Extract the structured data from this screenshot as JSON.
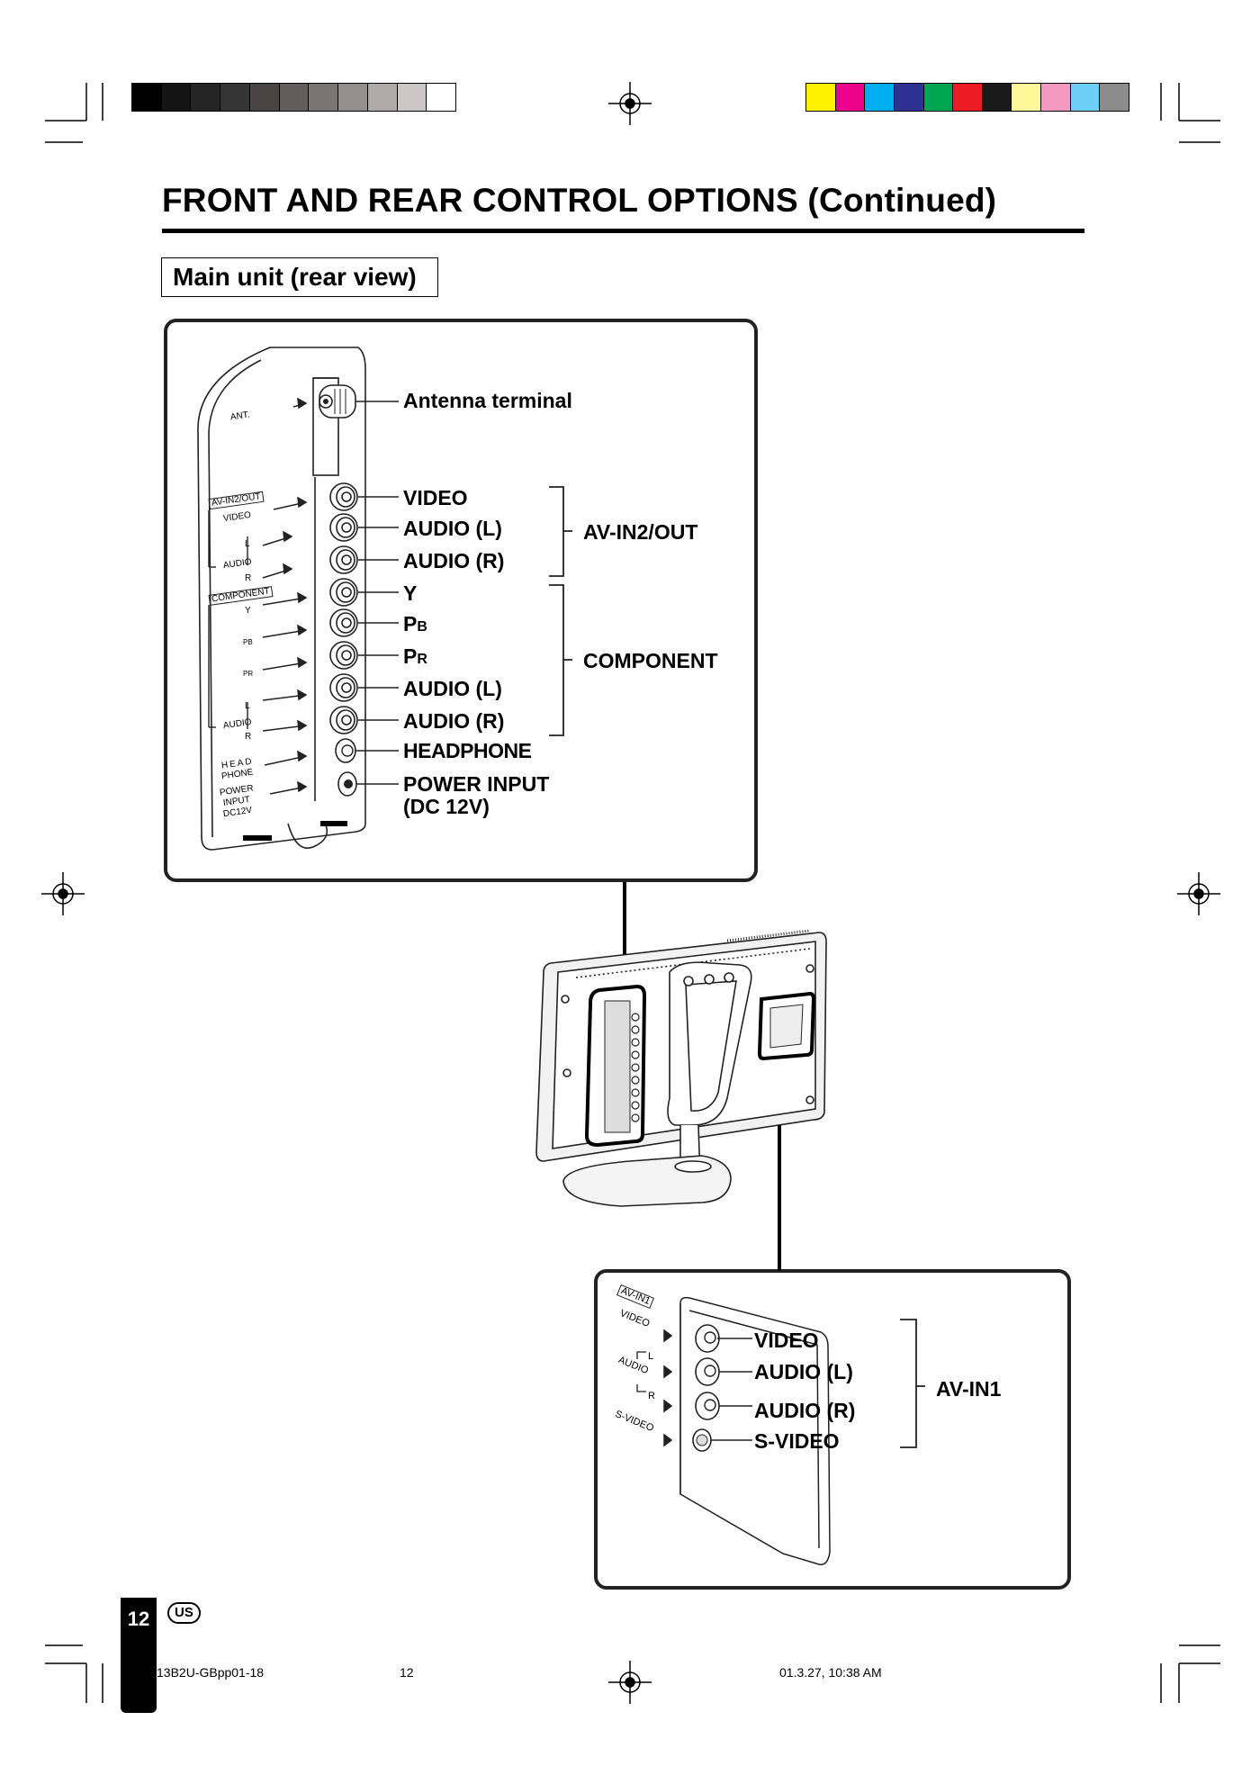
{
  "page_title": "FRONT AND REAR CONTROL OPTIONS (Continued)",
  "section_title": "Main unit (rear view)",
  "rear_panel": {
    "callouts": {
      "antenna": "Antenna terminal",
      "video": "VIDEO",
      "audio_l_1": "AUDIO (L)",
      "audio_r_1": "AUDIO (R)",
      "y": "Y",
      "pb_main": "P",
      "pb_sub": "B",
      "pr_main": "P",
      "pr_sub": "R",
      "audio_l_2": "AUDIO (L)",
      "audio_r_2": "AUDIO (R)",
      "headphone": "HEADPHONE",
      "power_1": "POWER INPUT",
      "power_2": "(DC 12V)"
    },
    "groups": {
      "av_in2": "AV-IN2/OUT",
      "component": "COMPONENT"
    },
    "device_labels": {
      "ant": "ANT.",
      "av_in2_out": "AV-IN2/OUT",
      "video": "VIDEO",
      "l1": "L",
      "audio1": "AUDIO",
      "r1": "R",
      "component": "COMPONENT",
      "y": "Y",
      "pb": "PB",
      "pr": "PR",
      "l2": "L",
      "audio2": "AUDIO",
      "r2": "R",
      "head": "HEAD",
      "phone": "PHONE",
      "power": "POWER",
      "input": "INPUT",
      "dc": "DC12V"
    }
  },
  "side_panel": {
    "callouts": {
      "video": "VIDEO",
      "audio_l": "AUDIO (L)",
      "audio_r": "AUDIO (R)",
      "svideo": "S-VIDEO"
    },
    "group": "AV-IN1",
    "device_labels": {
      "av_in1": "AV-IN1",
      "video": "VIDEO",
      "audio": "AUDIO",
      "l": "L",
      "r": "R",
      "svideo": "S-VIDEO"
    }
  },
  "footer": {
    "page_number": "12",
    "region": "US",
    "file": "13B2U-GBpp01-18",
    "page": "12",
    "timestamp": "01.3.27, 10:38 AM"
  },
  "colors": {
    "print_bar_gray": [
      "#000000",
      "#141414",
      "#252525",
      "#353535",
      "#4a4444",
      "#625c5c",
      "#7a7474",
      "#948e8e",
      "#b0aaaa",
      "#ccc6c6",
      "#ffffff"
    ],
    "print_bar_color": [
      "#fff200",
      "#ec008c",
      "#00aeef",
      "#2e3192",
      "#00a651",
      "#ed1c24",
      "#1a1a1a",
      "#fff799",
      "#f49ac1",
      "#6dcff6",
      "#8c8c8c"
    ]
  }
}
